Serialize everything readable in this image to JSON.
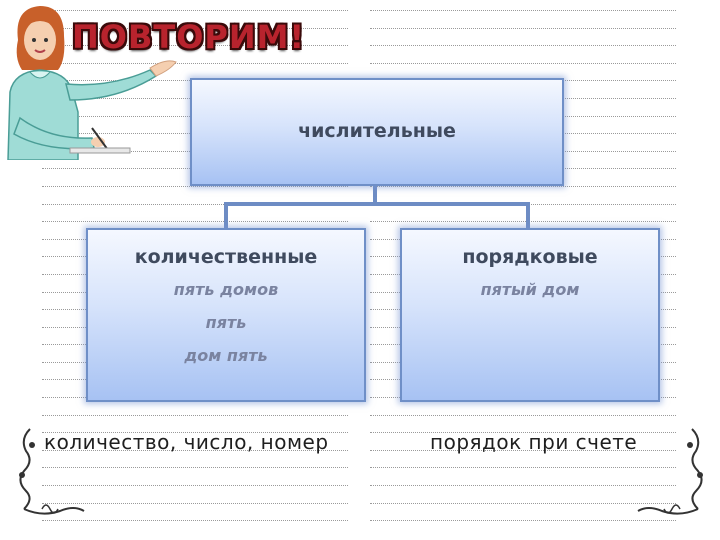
{
  "title": "ПОВТОРИМ!",
  "diagram": {
    "root": {
      "label": "числительные"
    },
    "left": {
      "label": "количественные",
      "examples": [
        "пять домов",
        "пять",
        "дом пять"
      ]
    },
    "right": {
      "label": "порядковые",
      "examples": [
        "пятый дом"
      ]
    }
  },
  "captions": {
    "left": "количество, число, номер",
    "right": "порядок при счете"
  },
  "colors": {
    "box_border": "#6f8fc7",
    "title_red": "#b8232d",
    "connector": "#6d8cc4"
  },
  "icons": {
    "teacher": "teacher-illustration",
    "ornament": "corner-ornament"
  }
}
